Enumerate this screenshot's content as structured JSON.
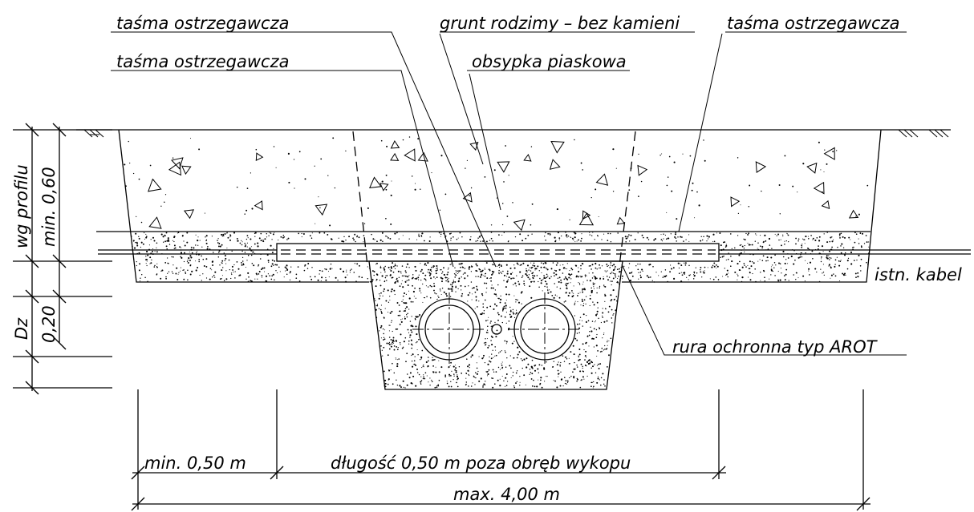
{
  "labels": {
    "tape_top_left": "taśma ostrzegawcza",
    "tape_second_left": "taśma ostrzegawcza",
    "native_soil": "grunt rodzimy – bez kamieni",
    "sand_fill": "obsypka piaskowa",
    "tape_top_right": "taśma ostrzegawcza",
    "existing_cable": "istn. kabel",
    "protective_pipe": "rura ochronna typ AROT"
  },
  "dimensions": {
    "depth_profile": "wg profilu",
    "depth_min": "min. 0,60",
    "pipe_zone_symbol": "Dz",
    "pipe_cover": "0,20",
    "left_offset": "min. 0,50 m",
    "pipe_extension": "długość 0,50 m poza obręb wykopu",
    "total_width": "max. 4,00 m"
  },
  "colors": {
    "line": "#000000",
    "background": "#ffffff"
  }
}
